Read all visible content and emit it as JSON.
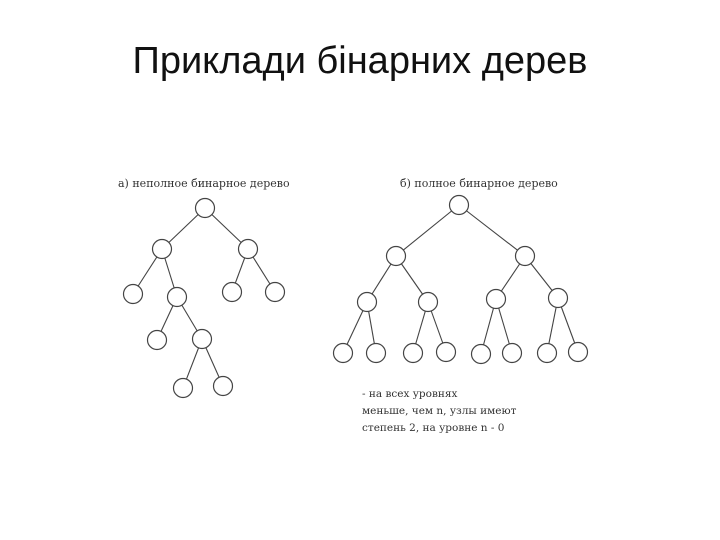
{
  "slide": {
    "title": "Приклади бінарних дерев"
  },
  "tree_a": {
    "caption": "а) неполное бинарное дерево"
  },
  "tree_b": {
    "caption": "б) полное бинарное дерево"
  },
  "note": {
    "lines": [
      "- на всех уровнях",
      "меньше, чем n, узлы имеют",
      "степень 2, на уровне n - 0"
    ]
  }
}
